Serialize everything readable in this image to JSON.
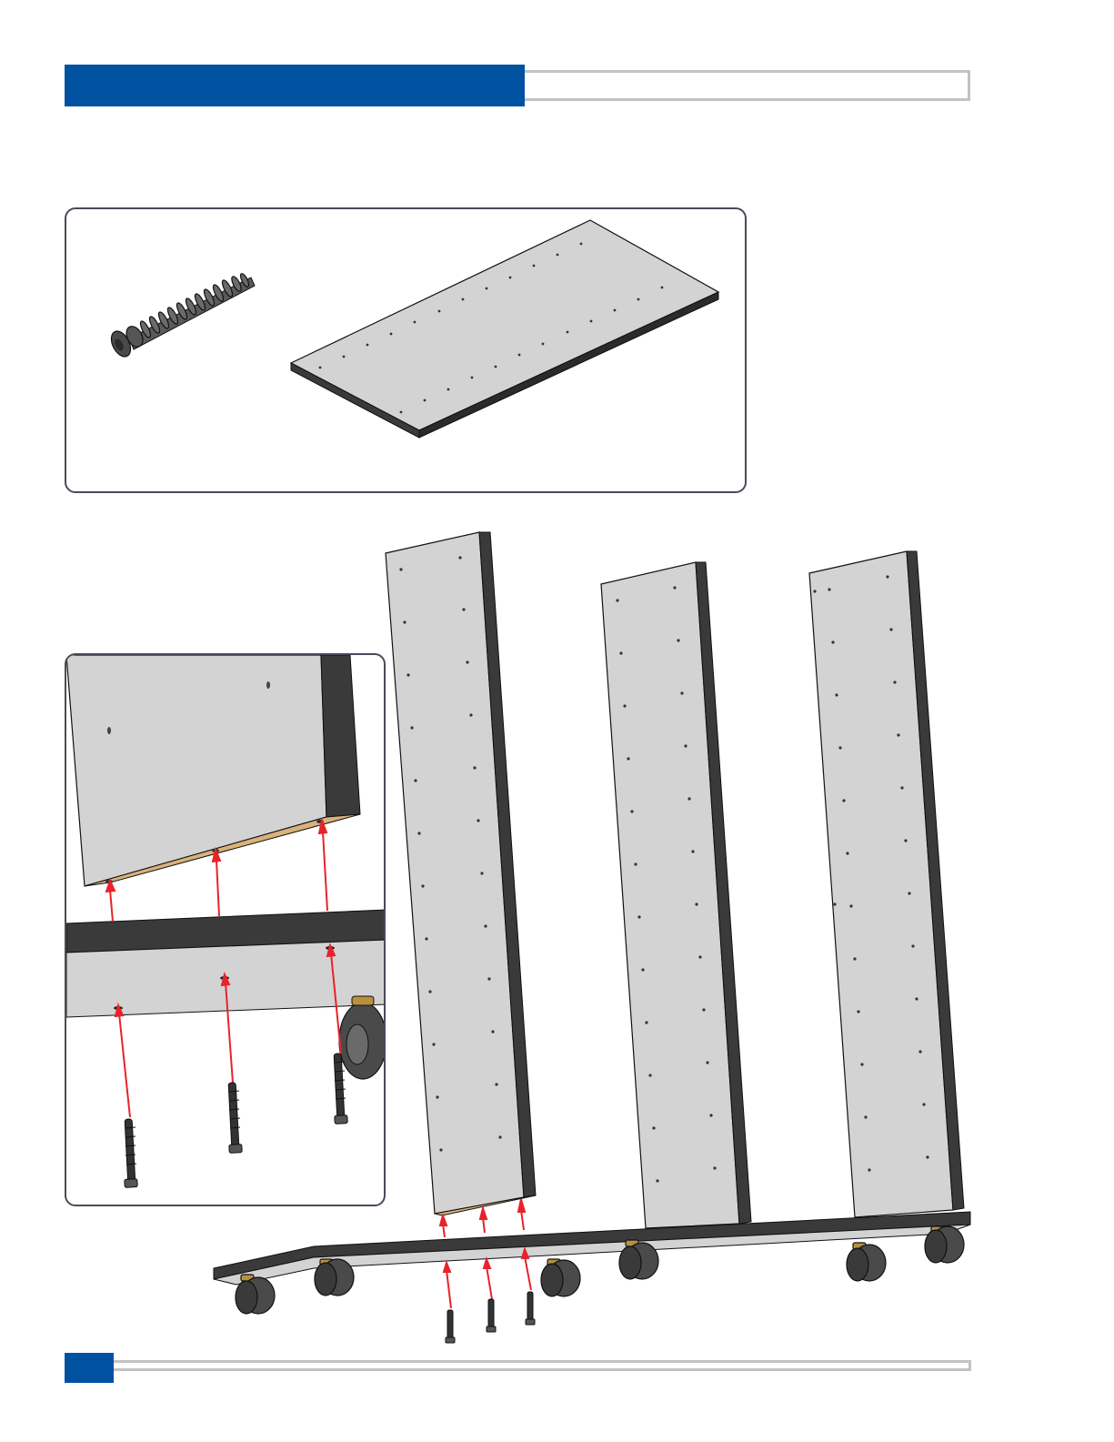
{
  "page": {
    "page_number": "",
    "section_title": ""
  },
  "colors": {
    "brand_blue": "#0052a0",
    "rule_gray": "#c2c2c2",
    "panel_face": "#d3d3d3",
    "panel_edge": "#3a3a3a",
    "arrow_red": "#e8232a",
    "edge_wood": "#d8b27a"
  },
  "illustration": {
    "parts": [
      "cam-screw",
      "shelf-panel"
    ],
    "assembly": [
      "base-panel-with-casters",
      "vertical-panel-left",
      "vertical-panel-middle",
      "vertical-panel-right",
      "screws-x3"
    ],
    "detail_callout": "panel-bottom-screw-insertion"
  }
}
